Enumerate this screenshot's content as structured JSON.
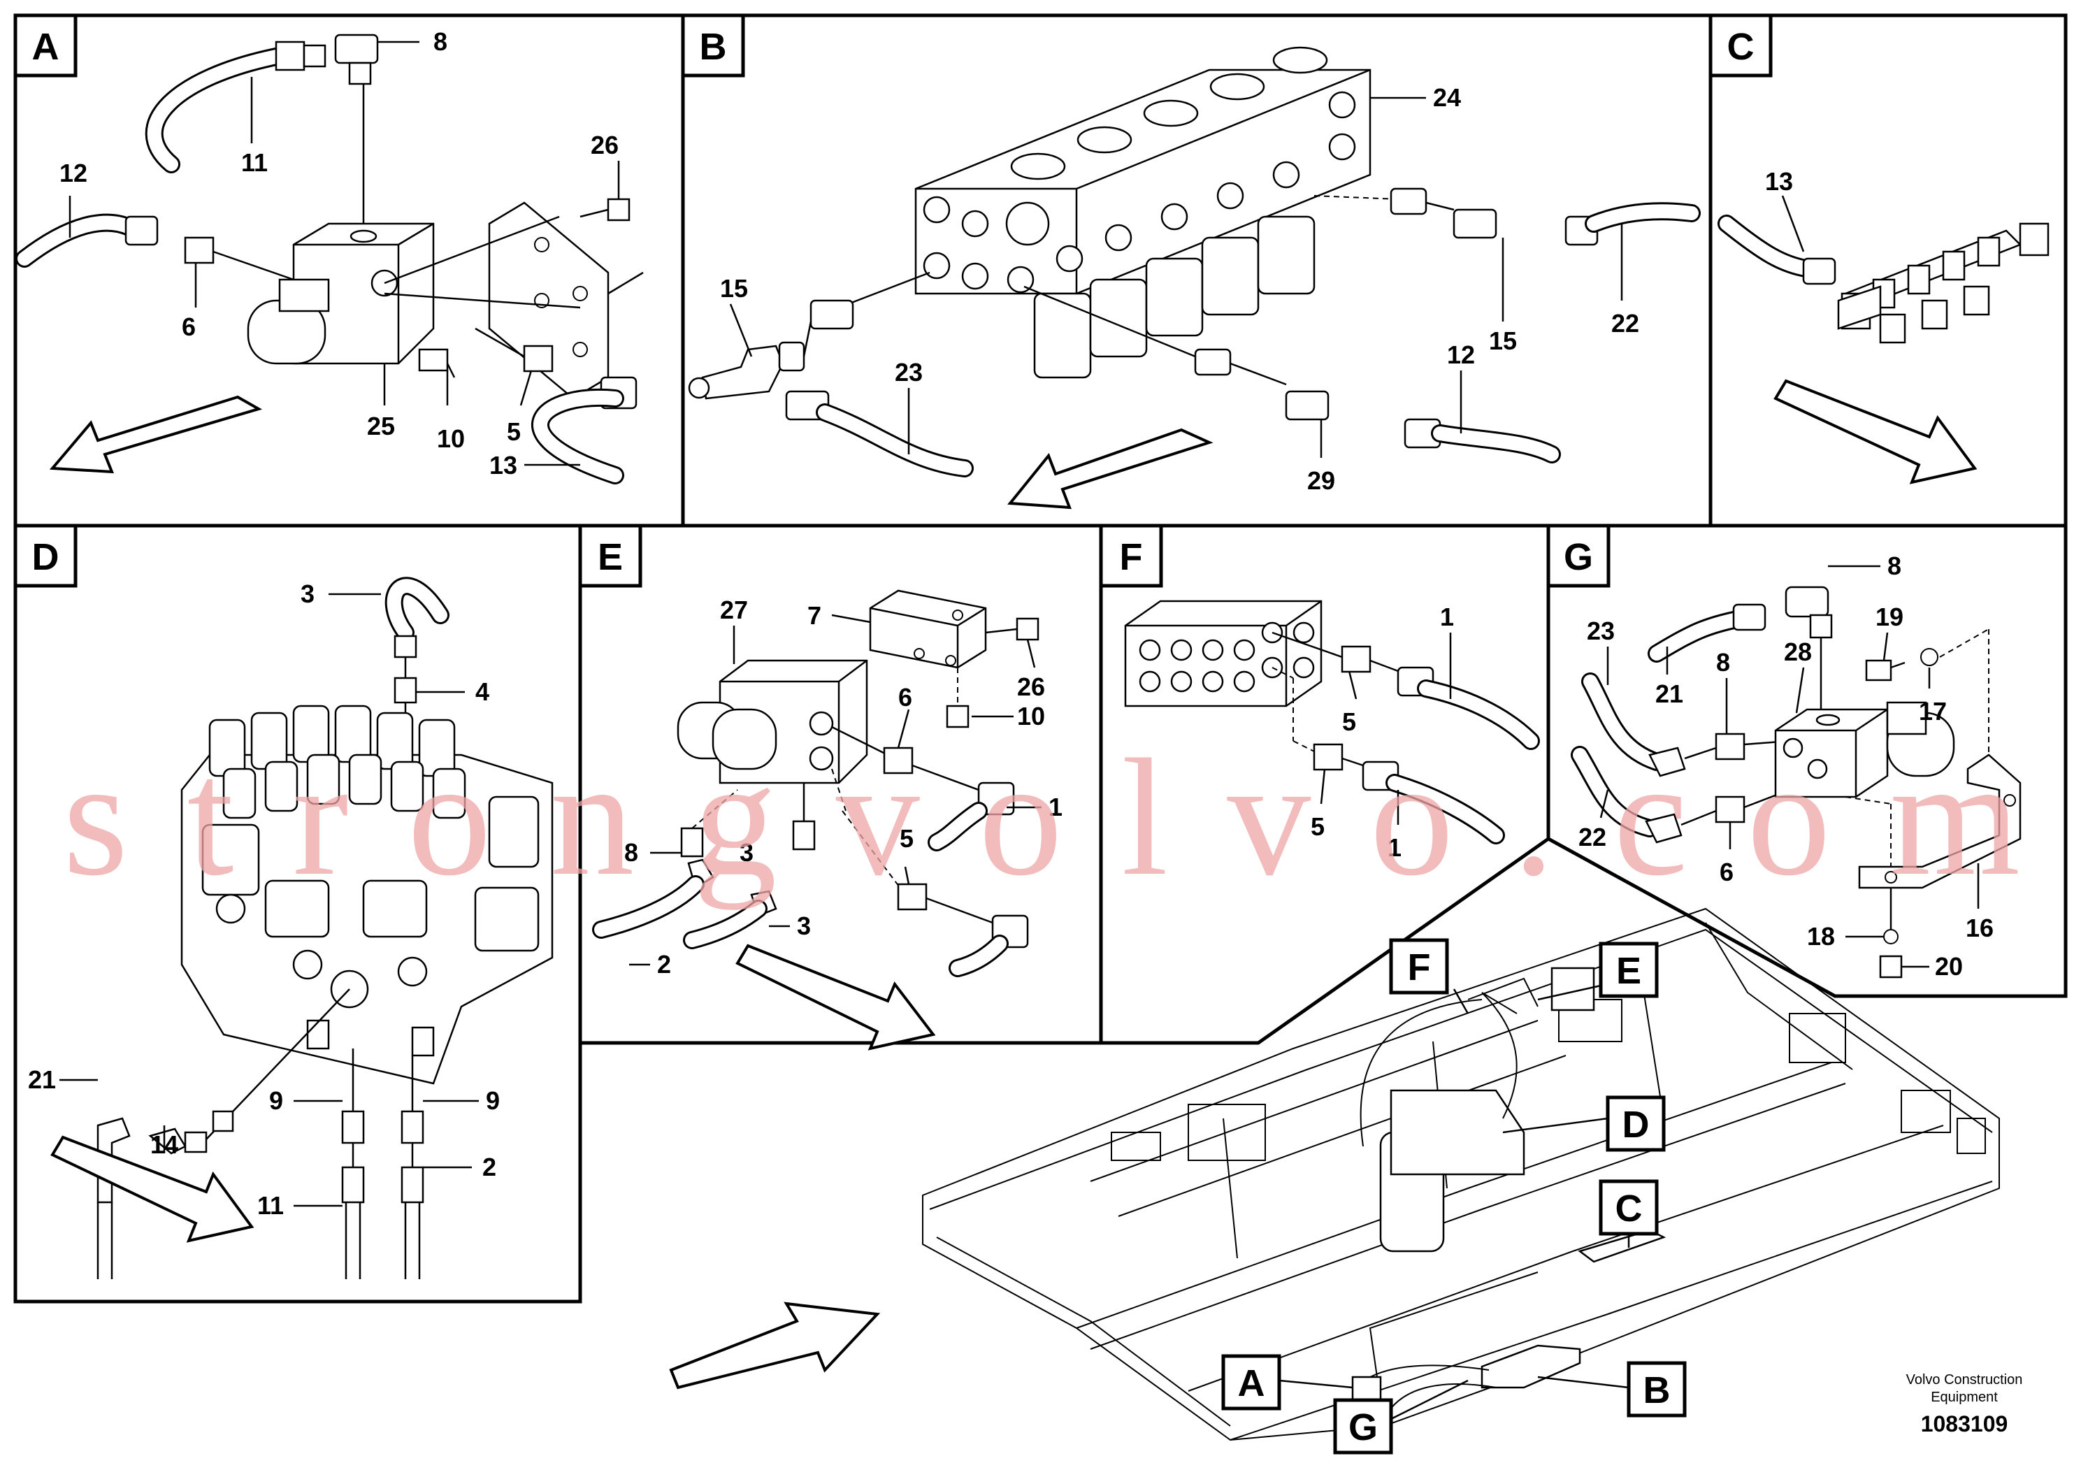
{
  "panels": {
    "A": {
      "label": "A",
      "callouts": [
        "8",
        "11",
        "12",
        "26",
        "6",
        "25",
        "10",
        "5",
        "13"
      ]
    },
    "B": {
      "label": "B",
      "callouts": [
        "24",
        "15",
        "15",
        "22",
        "23",
        "12",
        "29"
      ]
    },
    "C": {
      "label": "C",
      "callouts": [
        "13"
      ]
    },
    "D": {
      "label": "D",
      "callouts": [
        "3",
        "4",
        "21",
        "14",
        "9",
        "9",
        "11",
        "2"
      ]
    },
    "E": {
      "label": "E",
      "callouts": [
        "27",
        "7",
        "26",
        "6",
        "10",
        "8",
        "3",
        "1",
        "5",
        "3",
        "2"
      ]
    },
    "F": {
      "label": "F",
      "callouts": [
        "1",
        "5",
        "5",
        "1"
      ]
    },
    "G": {
      "label": "G",
      "callouts": [
        "8",
        "23",
        "21",
        "8",
        "28",
        "19",
        "17",
        "22",
        "6",
        "18",
        "16",
        "20"
      ]
    }
  },
  "overview": {
    "view_labels": [
      "F",
      "E",
      "D",
      "C",
      "A",
      "B",
      "G"
    ]
  },
  "watermark": "strongvolvo.com",
  "brand": {
    "line1": "Volvo Construction",
    "line2": "Equipment",
    "drawing_number": "1083109"
  },
  "colors": {
    "line": "#000000",
    "background": "#ffffff",
    "watermark": "#f0a6a6"
  }
}
